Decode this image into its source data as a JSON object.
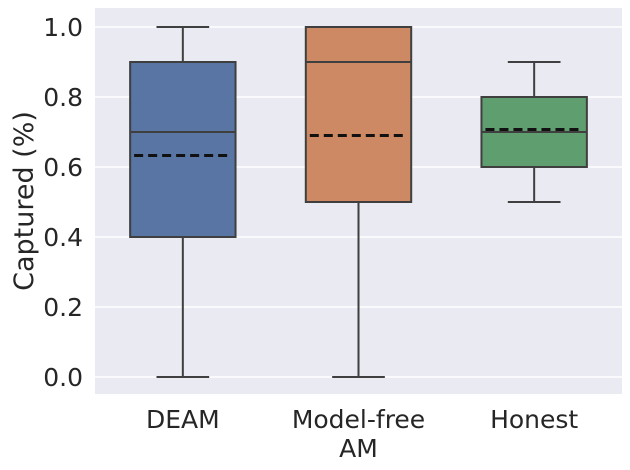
{
  "chart_data": {
    "type": "box",
    "title": "",
    "xlabel": "",
    "ylabel": "Captured (%)",
    "ylim": [
      -0.05,
      1.05
    ],
    "yticks": [
      0.0,
      0.2,
      0.4,
      0.6,
      0.8,
      1.0
    ],
    "ytick_labels": [
      "0.0",
      "0.2",
      "0.4",
      "0.6",
      "0.8",
      "1.0"
    ],
    "grid": true,
    "background": "#eaeaf2",
    "categories": [
      {
        "label_lines": [
          "DEAM"
        ]
      },
      {
        "label_lines": [
          "Model-free",
          "AM"
        ]
      },
      {
        "label_lines": [
          "Honest"
        ]
      }
    ],
    "boxes": [
      {
        "whisker_low": 0.0,
        "q1": 0.4,
        "median": 0.7,
        "q3": 0.9,
        "whisker_high": 1.0,
        "mean": 0.633,
        "color": "#5875a4"
      },
      {
        "whisker_low": 0.0,
        "q1": 0.5,
        "median": 0.9,
        "q3": 1.0,
        "whisker_high": 1.0,
        "mean": 0.69,
        "color": "#cc8963"
      },
      {
        "whisker_low": 0.5,
        "q1": 0.6,
        "median": 0.7,
        "q3": 0.8,
        "whisker_high": 0.9,
        "mean": 0.707,
        "color": "#5f9e6e"
      }
    ]
  }
}
